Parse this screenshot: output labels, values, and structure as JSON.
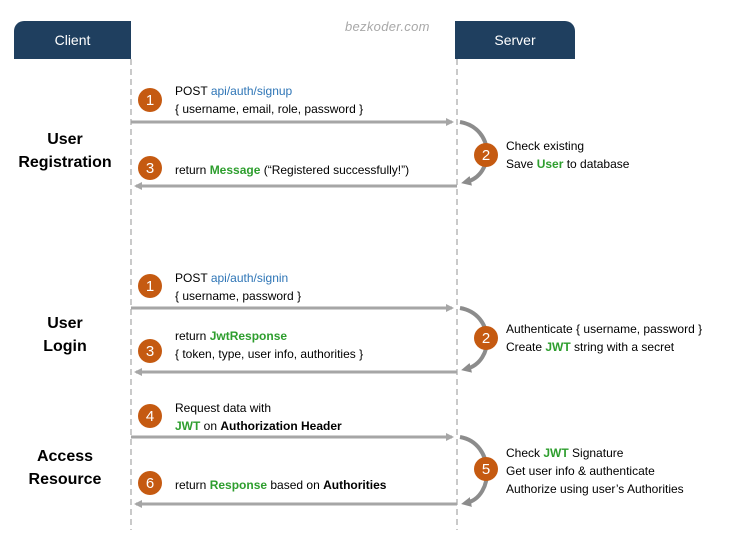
{
  "watermark": "bezkoder.com",
  "lanes": {
    "client": "Client",
    "server": "Server"
  },
  "colors": {
    "header_bg": "#1f3f5f",
    "arrow": "#a6a6a6",
    "badge": "#c55a11",
    "url": "#2e75b6",
    "highlight": "#2e9e2e"
  },
  "sections": [
    {
      "label_line1": "User",
      "label_line2": "Registration"
    },
    {
      "label_line1": "User",
      "label_line2": "Login"
    },
    {
      "label_line1": "Access",
      "label_line2": "Resource"
    }
  ],
  "registration": {
    "step1": {
      "number": "1",
      "method": "POST",
      "url": "api/auth/signup",
      "body": "{ username, email, role, password }"
    },
    "step2": {
      "number": "2",
      "line1": "Check existing",
      "line2_pre": "Save ",
      "line2_hl": "User",
      "line2_post": " to database"
    },
    "step3": {
      "number": "3",
      "pre": "return ",
      "hl": "Message",
      "post": " (“Registered successfully!”)"
    }
  },
  "login": {
    "step1": {
      "number": "1",
      "method": "POST",
      "url": "api/auth/signin",
      "body": "{ username, password }"
    },
    "step2": {
      "number": "2",
      "line1": "Authenticate { username, password }",
      "line2_pre": "Create ",
      "line2_hl": "JWT",
      "line2_post": " string with a secret"
    },
    "step3": {
      "number": "3",
      "pre": "return ",
      "hl": "JwtResponse",
      "line2": "{ token, type, user info, authorities }"
    }
  },
  "access": {
    "step4": {
      "number": "4",
      "line1": "Request  data with",
      "hl": "JWT",
      "mid": " on ",
      "bold": "Authorization Header"
    },
    "step5": {
      "number": "5",
      "line1_pre": "Check ",
      "line1_hl": "JWT",
      "line1_post": " Signature",
      "line2": "Get user info & authenticate",
      "line3": "Authorize using user’s Authorities"
    },
    "step6": {
      "number": "6",
      "pre": "return ",
      "hl": "Response",
      "mid": " based on ",
      "bold": "Authorities"
    }
  }
}
